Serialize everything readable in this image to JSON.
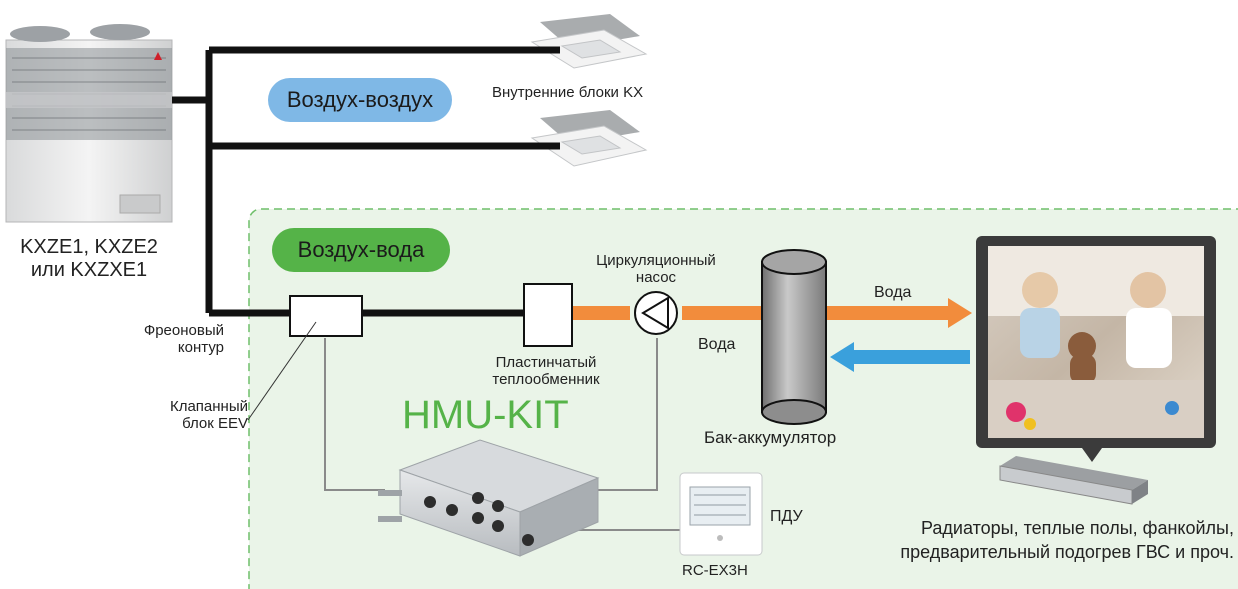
{
  "zones": {
    "air_air": {
      "label": "Воздух-воздух",
      "color": "#7fb8e6"
    },
    "air_water": {
      "label": "Воздух-вода",
      "color": "#55b348",
      "bg": "#eaf4e8",
      "border": "#6fbf6a"
    }
  },
  "outdoor_unit": {
    "label_line1": "KXZE1, KXZE2",
    "label_line2": "или KXZXE1"
  },
  "indoor_units": {
    "label": "Внутренние блоки KX"
  },
  "freon_circuit": {
    "label_line1": "Фреоновый",
    "label_line2": "контур"
  },
  "valve_block": {
    "label_line1": "Клапанный",
    "label_line2": "блок EEV"
  },
  "heat_exchanger": {
    "label_line1": "Пластинчатый",
    "label_line2": "теплообменник"
  },
  "pump": {
    "label_line1": "Циркуляционный",
    "label_line2": "насос"
  },
  "hmu_kit": {
    "label": "HMU-KIT",
    "color": "#55b348"
  },
  "tank": {
    "label": "Бак-аккумулятор"
  },
  "water_flows": {
    "upper_label": "Вода",
    "lower_label": "Вода",
    "supply_color": "#f28c3c",
    "return_color": "#3aa0dc"
  },
  "remote": {
    "label": "ПДУ",
    "model": "RC-EX3H"
  },
  "applications": {
    "line1": "Радиаторы, теплые полы, фанкойлы,",
    "line2": "предварительный подогрев ГВС и проч."
  },
  "colors": {
    "refrigerant_line": "#111111",
    "control_wire": "#8a8a8a"
  }
}
